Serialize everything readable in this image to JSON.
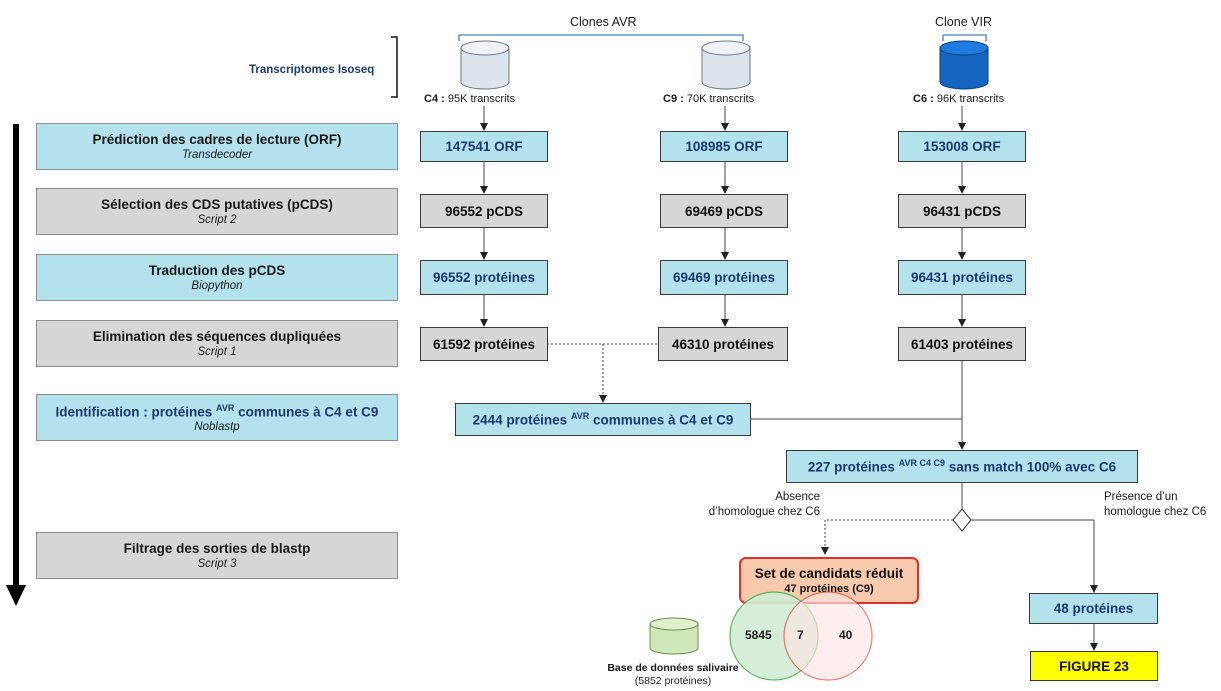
{
  "header": {
    "clones_avr": "Clones AVR",
    "clone_vir": "Clone VIR",
    "transcriptomes": "Transcriptomes Isoseq"
  },
  "clones": [
    {
      "id": "C4 :",
      "count": "95K transcrits"
    },
    {
      "id": "C9 :",
      "count": "70K transcrits"
    },
    {
      "id": "C6 :",
      "count": "96K transcrits"
    }
  ],
  "steps": [
    {
      "title": "Prédiction des cadres de lecture (ORF)",
      "tool": "Transdecoder"
    },
    {
      "title": "Sélection des CDS putatives (pCDS)",
      "tool": "Script 2"
    },
    {
      "title": "Traduction des pCDS",
      "tool": "Biopython"
    },
    {
      "title": "Elimination des séquences dupliquées",
      "tool": "Script 1"
    },
    {
      "title_pre": "Identification : protéines ",
      "title_sup": "AVR",
      "title_post": " communes à C4 et C9",
      "tool": "Noblastp"
    },
    {
      "title": "Filtrage des sorties de blastp",
      "tool": "Script 3"
    }
  ],
  "grid": {
    "orf": [
      "147541 ORF",
      "108985 ORF",
      "153008 ORF"
    ],
    "pcds": [
      "96552 pCDS",
      "69469 pCDS",
      "96431 pCDS"
    ],
    "prot": [
      "96552 protéines",
      "69469 protéines",
      "96431 protéines"
    ],
    "dedup": [
      "61592 protéines",
      "46310 protéines",
      "61403 protéines"
    ]
  },
  "common": {
    "pre": "2444 protéines ",
    "sup": "AVR",
    "post": " communes à C4 et C9"
  },
  "nomatch": {
    "pre": "227 protéines ",
    "sup": "AVR C4 C9",
    "post": "  sans match 100% avec C6"
  },
  "branches": {
    "absence": "Absence\nd’homologue chez C6",
    "presence": "Présence d’un\nhomologue chez C6"
  },
  "candidates": {
    "title": "Set de candidats réduit",
    "subtitle": "47 protéines (C9)"
  },
  "homologs": "48 protéines",
  "figure": "FIGURE 23",
  "venn": {
    "left": "5845",
    "overlap": "7",
    "right": "40"
  },
  "database": {
    "title": "Base de données salivaire",
    "count": "(5852 protéines)"
  },
  "colors": {
    "blue_box": "#b3e1ec",
    "grey_box": "#d6d6d6",
    "navy_text": "#1a3a6e",
    "candidate_fill": "#f7c9ad",
    "candidate_border": "#d9342b",
    "figure_fill": "#ffff00",
    "cylinder_vir": "#1565c0"
  }
}
